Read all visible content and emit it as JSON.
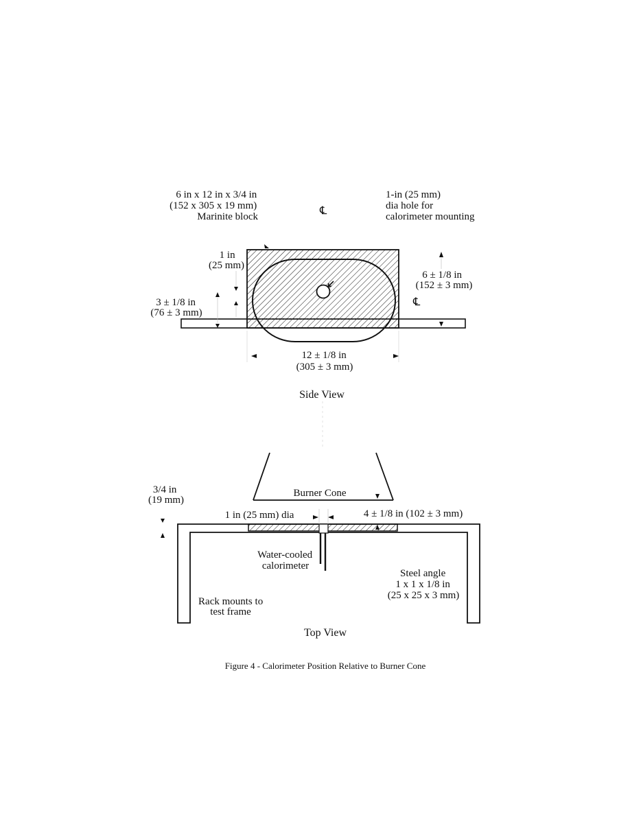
{
  "side_view": {
    "block_label": [
      "6 in x 12 in x 3/4 in",
      "(152 x 305 x 19 mm)",
      "Marinite block"
    ],
    "hole_label": [
      "1-in (25 mm)",
      "dia hole for",
      "calorimeter mounting"
    ],
    "centerline_symbol": "℄",
    "dim_top_offset": [
      "1 in",
      "(25 mm)"
    ],
    "dim_height": [
      "6 ± 1/8 in",
      "(152 ± 3 mm)"
    ],
    "dim_rack_offset": [
      "3 ± 1/8 in",
      "(76 ± 3 mm)"
    ],
    "dim_width": [
      "12 ± 1/8 in",
      "(305 ± 3 mm)"
    ],
    "title": "Side View"
  },
  "top_view": {
    "dim_thickness": [
      "3/4 in",
      "(19 mm)"
    ],
    "burner_label": "Burner Cone",
    "hole_dia_label": "1 in (25 mm) dia",
    "cone_distance": "4 ± 1/8 in (102 ± 3 mm)",
    "calorimeter_label": [
      "Water-cooled",
      "calorimeter"
    ],
    "angle_label": [
      "Steel angle",
      "1 x 1 x 1/8 in",
      "(25 x 25 x 3 mm)"
    ],
    "rack_label": [
      "Rack mounts to",
      "test frame"
    ],
    "title": "Top View"
  },
  "caption": "Figure 4 -  Calorimeter Position Relative to Burner Cone"
}
